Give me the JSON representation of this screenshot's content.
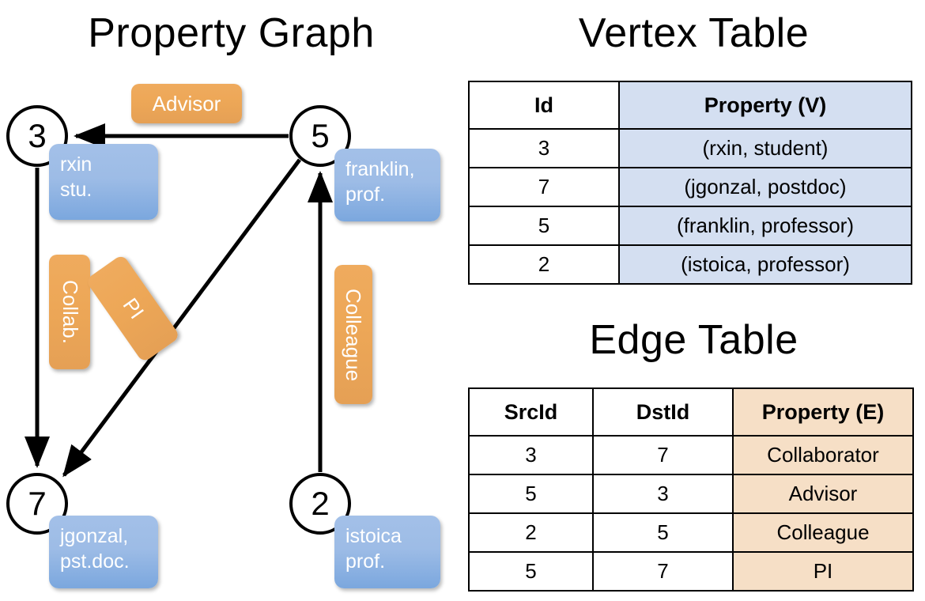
{
  "titles": {
    "property_graph": "Property Graph",
    "vertex_table": "Vertex Table",
    "edge_table": "Edge Table"
  },
  "graph": {
    "nodes": [
      {
        "id": "3",
        "property_line1": "rxin",
        "property_line2": "stu."
      },
      {
        "id": "5",
        "property_line1": "franklin,",
        "property_line2": "prof."
      },
      {
        "id": "7",
        "property_line1": "jgonzal,",
        "property_line2": "pst.doc."
      },
      {
        "id": "2",
        "property_line1": "istoica",
        "property_line2": "prof."
      }
    ],
    "edge_labels": [
      {
        "name": "advisor",
        "label": "Advisor"
      },
      {
        "name": "collab",
        "label": "Collab."
      },
      {
        "name": "pi",
        "label": "PI"
      },
      {
        "name": "colleague",
        "label": "Colleague"
      }
    ],
    "edges": [
      {
        "src": "5",
        "dst": "3",
        "label": "Advisor"
      },
      {
        "src": "3",
        "dst": "7",
        "label": "Collab."
      },
      {
        "src": "5",
        "dst": "7",
        "label": "PI"
      },
      {
        "src": "2",
        "dst": "5",
        "label": "Colleague"
      }
    ]
  },
  "vertex_table": {
    "headers": [
      "Id",
      "Property (V)"
    ],
    "rows": [
      {
        "id": "3",
        "property": "(rxin, student)"
      },
      {
        "id": "7",
        "property": "(jgonzal, postdoc)"
      },
      {
        "id": "5",
        "property": "(franklin, professor)"
      },
      {
        "id": "2",
        "property": "(istoica, professor)"
      }
    ]
  },
  "edge_table": {
    "headers": [
      "SrcId",
      "DstId",
      "Property (E)"
    ],
    "rows": [
      {
        "src": "3",
        "dst": "7",
        "property": "Collaborator"
      },
      {
        "src": "5",
        "dst": "3",
        "property": "Advisor"
      },
      {
        "src": "2",
        "dst": "5",
        "property": "Colleague"
      },
      {
        "src": "5",
        "dst": "7",
        "property": "PI"
      }
    ]
  },
  "colors": {
    "vertex_property_cell": "#d4dff1",
    "edge_property_cell": "#f6dfc6",
    "node_property_box": "#9dbce6",
    "edge_label_box": "#eda757",
    "stroke": "#000000",
    "background": "#ffffff"
  }
}
